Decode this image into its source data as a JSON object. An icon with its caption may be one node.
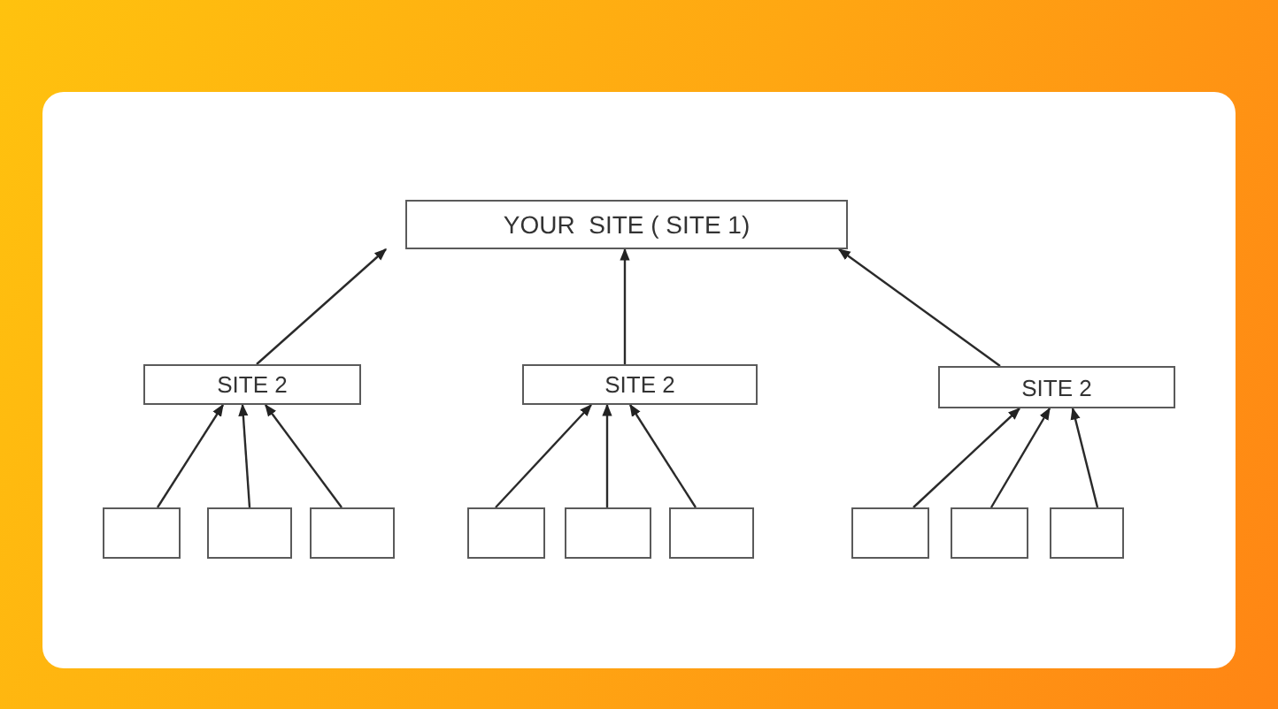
{
  "diagram": {
    "nodes": [
      {
        "text": [
          "YOUR  SITE ( SITE 1)"
        ]
      },
      {
        "text": [
          "SITE 2"
        ]
      },
      {
        "text": [
          "SITE 2"
        ]
      },
      {
        "text": [
          "SITE 2"
        ]
      },
      {
        "text": [],
        "shape": "box"
      },
      {
        "text": [],
        "shape": "box"
      },
      {
        "text": [],
        "shape": "box"
      },
      {
        "text": [],
        "shape": "box"
      },
      {
        "text": [],
        "shape": "box"
      },
      {
        "text": [],
        "shape": "box"
      },
      {
        "text": [],
        "shape": "box"
      },
      {
        "text": [],
        "shape": "box"
      },
      {
        "text": [],
        "shape": "box"
      }
    ],
    "edges": [
      {
        "from": 1,
        "to": 0,
        "arrow": "to"
      },
      {
        "from": 2,
        "to": 0,
        "arrow": "to"
      },
      {
        "from": 3,
        "to": 0,
        "arrow": "to"
      },
      {
        "from": 4,
        "to": 1,
        "arrow": "to"
      },
      {
        "from": 5,
        "to": 1,
        "arrow": "to"
      },
      {
        "from": 6,
        "to": 1,
        "arrow": "to"
      },
      {
        "from": 7,
        "to": 2,
        "arrow": "to"
      },
      {
        "from": 8,
        "to": 2,
        "arrow": "to"
      },
      {
        "from": 9,
        "to": 2,
        "arrow": "to"
      },
      {
        "from": 10,
        "to": 3,
        "arrow": "to"
      },
      {
        "from": 11,
        "to": 3,
        "arrow": "to"
      },
      {
        "from": 12,
        "to": 3,
        "arrow": "to"
      }
    ]
  }
}
